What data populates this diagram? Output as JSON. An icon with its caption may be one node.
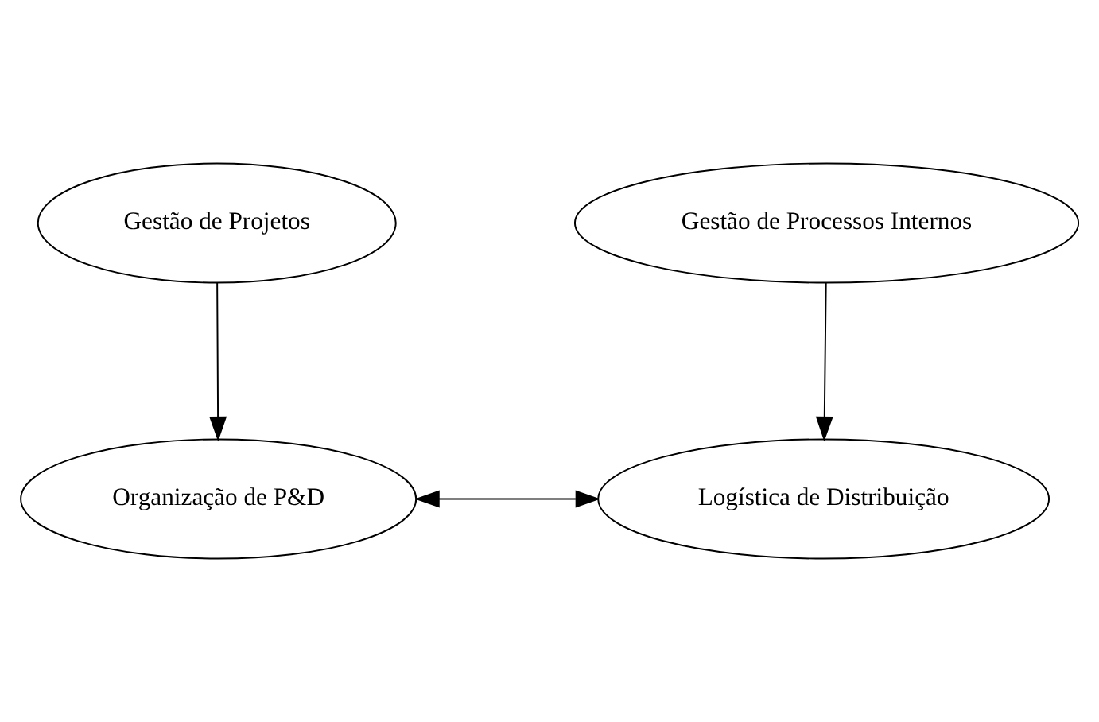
{
  "diagram": {
    "nodes": [
      {
        "text": [
          "Gestão de Projetos"
        ]
      },
      {
        "text": [
          "Gestão de Processos Internos"
        ]
      },
      {
        "text": [
          "Organização de P&D"
        ]
      },
      {
        "text": [
          "Logística de Distribuição"
        ]
      }
    ],
    "edges": [
      {
        "from": 0,
        "to": 2,
        "arrow": "to"
      },
      {
        "from": 1,
        "to": 3,
        "arrow": "to"
      },
      {
        "from": 2,
        "to": 3,
        "arrow": "both"
      }
    ]
  }
}
